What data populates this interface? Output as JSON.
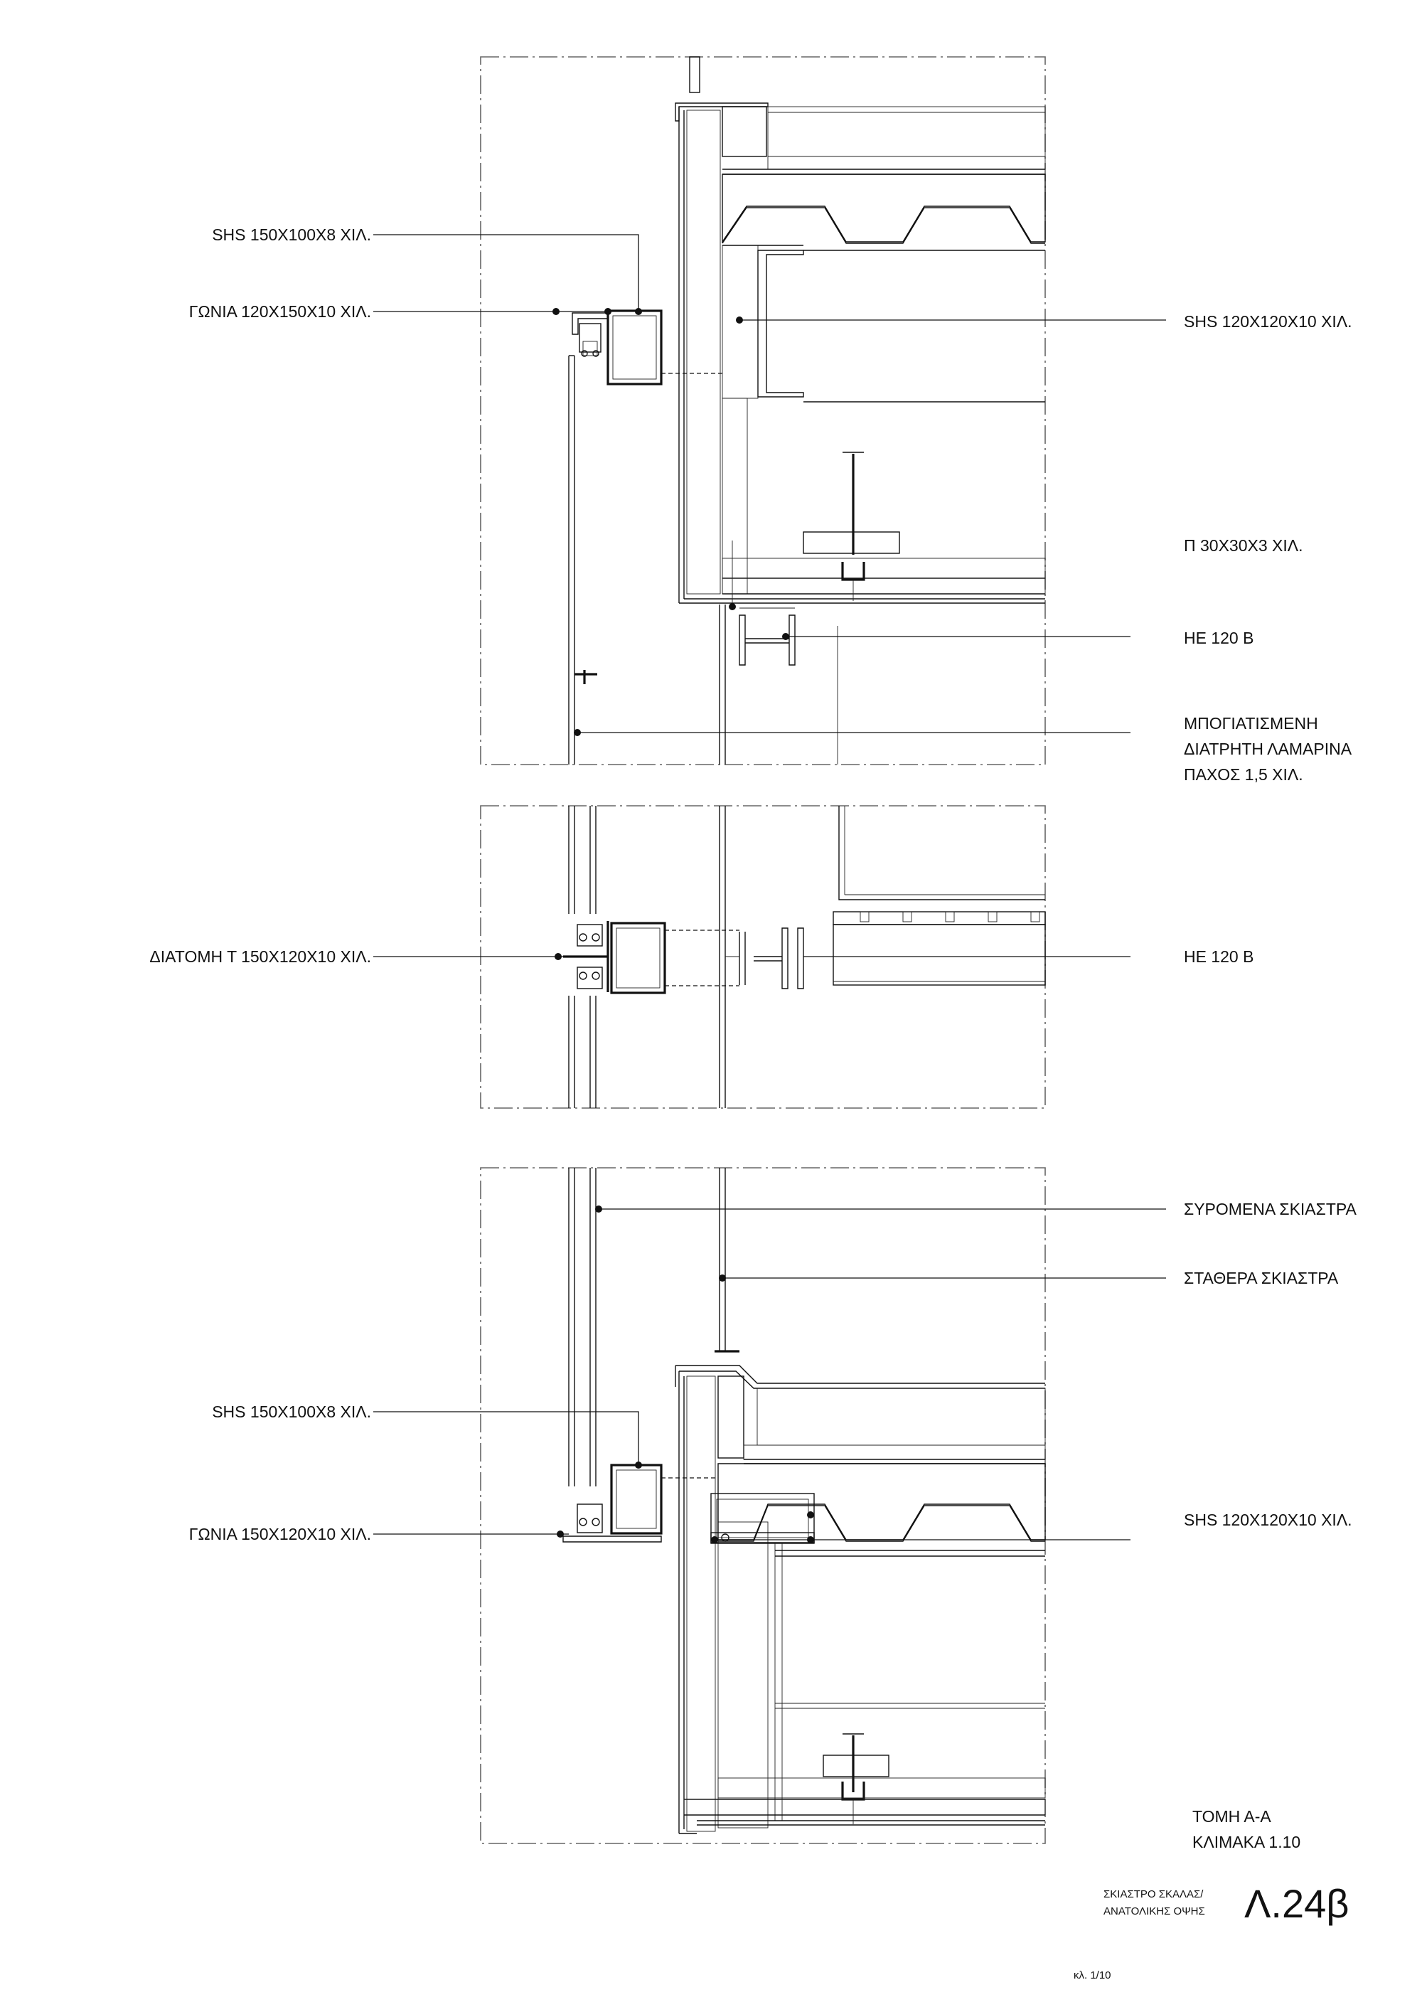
{
  "labels": {
    "left_1": "SHS 150X100X8  ΧΙΛ.",
    "left_2": "ΓΩΝΙΑ 120X150X10 ΧΙΛ.",
    "left_3": "ΔΙΑΤΟΜΗ Τ 150Χ120Χ10 ΧΙΛ.",
    "left_4": "SHS 150X100X8  ΧΙΛ.",
    "left_5": "ΓΩΝΙΑ 150Χ120Χ10 ΧΙΛ.",
    "right_1": "SHS 120X120X10 ΧΙΛ.",
    "right_2": "Π 30Χ30Χ3 ΧΙΛ.",
    "right_3": "ΗΕ 120 Β",
    "right_4a": "ΜΠΟΓΙΑΤΙΣΜΕΝΗ",
    "right_4b": "ΔΙΑΤΡΗΤΗ ΛΑΜΑΡΙΝΑ",
    "right_4c": "ΠΑΧΟΣ 1,5 ΧΙΛ.",
    "right_5": "ΗΕ 120 Β",
    "right_6": "ΣΥΡΟΜΕΝΑ ΣΚΙΑΣΤΡΑ",
    "right_7": "ΣΤΑΘΕΡΑ ΣΚΙΑΣΤΡΑ",
    "right_8": "SHS 120X120X10 ΧΙΛ."
  },
  "section": {
    "title": "ΤΟΜΗ Α-Α",
    "scale": "ΚΛΙΜΑΚΑ 1.10"
  },
  "sheet": {
    "desc_line1": "ΣΚΙΑΣΤΡΟ ΣΚΑΛΑΣ/",
    "desc_line2": "ΑΝΑΤΟΛΙΚΗΣ ΟΨΗΣ",
    "number": "Λ.24β",
    "footer": "κλ. 1/10"
  }
}
